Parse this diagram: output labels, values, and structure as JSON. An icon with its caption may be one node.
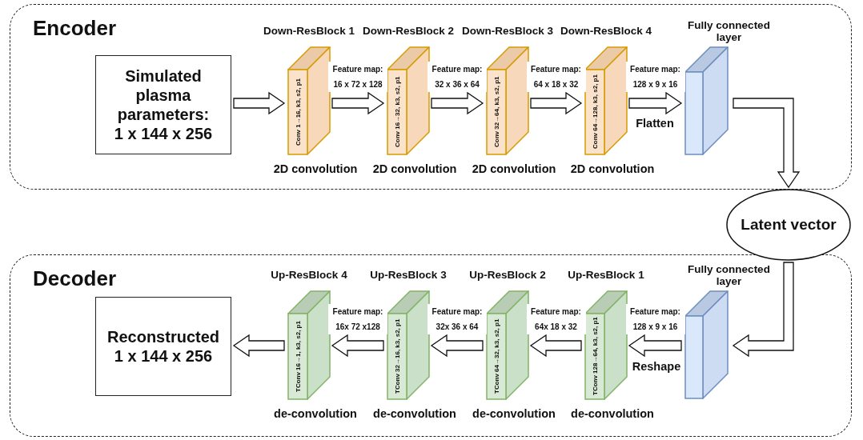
{
  "diagram": {
    "nodes": [
      {
        "text": [
          "Encoder"
        ]
      },
      {
        "text": [
          "Simulated plasma parameters: 1 x 144 x 256"
        ],
        "in": 0
      },
      {
        "text": [
          "Down-ResBlock 1",
          "Conv 1→16, k3, s2, p1"
        ],
        "beside": [
          "2D convolution"
        ],
        "in": 0
      },
      {
        "text": [
          "Down-ResBlock 2",
          "Conv 16→32, k3, s2, p1"
        ],
        "beside": [
          "2D convolution"
        ],
        "in": 0
      },
      {
        "text": [
          "Down-ResBlock 3",
          "Conv 32→64, k3, s2, p1"
        ],
        "beside": [
          "2D convolution"
        ],
        "in": 0
      },
      {
        "text": [
          "Down-ResBlock 4",
          "Conv 64→128, k3, s2, p1"
        ],
        "beside": [
          "2D convolution"
        ],
        "in": 0
      },
      {
        "text": [
          "Fully connected layer"
        ],
        "in": 0
      },
      {
        "text": [
          "Latent vector"
        ]
      },
      {
        "text": [
          "Decoder"
        ]
      },
      {
        "text": [
          "Reconstructed 1 x 144 x 256"
        ],
        "in": 8
      },
      {
        "text": [
          "Up-ResBlock 4",
          "TConv 16→1, k3, s2, p1"
        ],
        "beside": [
          "de-convolution"
        ],
        "in": 8
      },
      {
        "text": [
          "Up-ResBlock 3",
          "TConv 32→16, k3, s2, p1"
        ],
        "beside": [
          "de-convolution"
        ],
        "in": 8
      },
      {
        "text": [
          "Up-ResBlock 2",
          "TConv 64→32, k3, s2, p1"
        ],
        "beside": [
          "de-convolution"
        ],
        "in": 8
      },
      {
        "text": [
          "Up-ResBlock 1",
          "TConv 128→64, k3, s2, p1"
        ],
        "beside": [
          "de-convolution"
        ],
        "in": 8
      },
      {
        "text": [
          "Fully connected layer"
        ],
        "in": 8
      }
    ],
    "edges": [
      {
        "from": 1,
        "to": 2,
        "arrow": "to"
      },
      {
        "from": 2,
        "to": 3,
        "arrow": "to",
        "label": "Feature map: 16 x 72 x 128"
      },
      {
        "from": 3,
        "to": 4,
        "arrow": "to",
        "label": "Feature map: 32 x 36 x 64"
      },
      {
        "from": 4,
        "to": 5,
        "arrow": "to",
        "label": "Feature map: 64 x 18 x 32"
      },
      {
        "from": 5,
        "to": 6,
        "arrow": "to",
        "label": "Feature map: 128 x 9 x 16"
      },
      {
        "from": 6,
        "to": 7,
        "arrow": "to"
      },
      {
        "from": 7,
        "to": 14,
        "arrow": "to"
      },
      {
        "from": 14,
        "to": 13,
        "arrow": "to",
        "label": "Feature map: 128 x 9 x 16"
      },
      {
        "from": 13,
        "to": 12,
        "arrow": "to",
        "label": "Feature map: 64x 18 x 32"
      },
      {
        "from": 12,
        "to": 11,
        "arrow": "to",
        "label": "Feature map: 32x 36 x 64"
      },
      {
        "from": 11,
        "to": 10,
        "arrow": "to",
        "label": "Feature map: 16x 72 x128"
      },
      {
        "from": 10,
        "to": 9,
        "arrow": "to"
      }
    ],
    "labels": [
      "Flatten",
      "Reshape"
    ]
  }
}
